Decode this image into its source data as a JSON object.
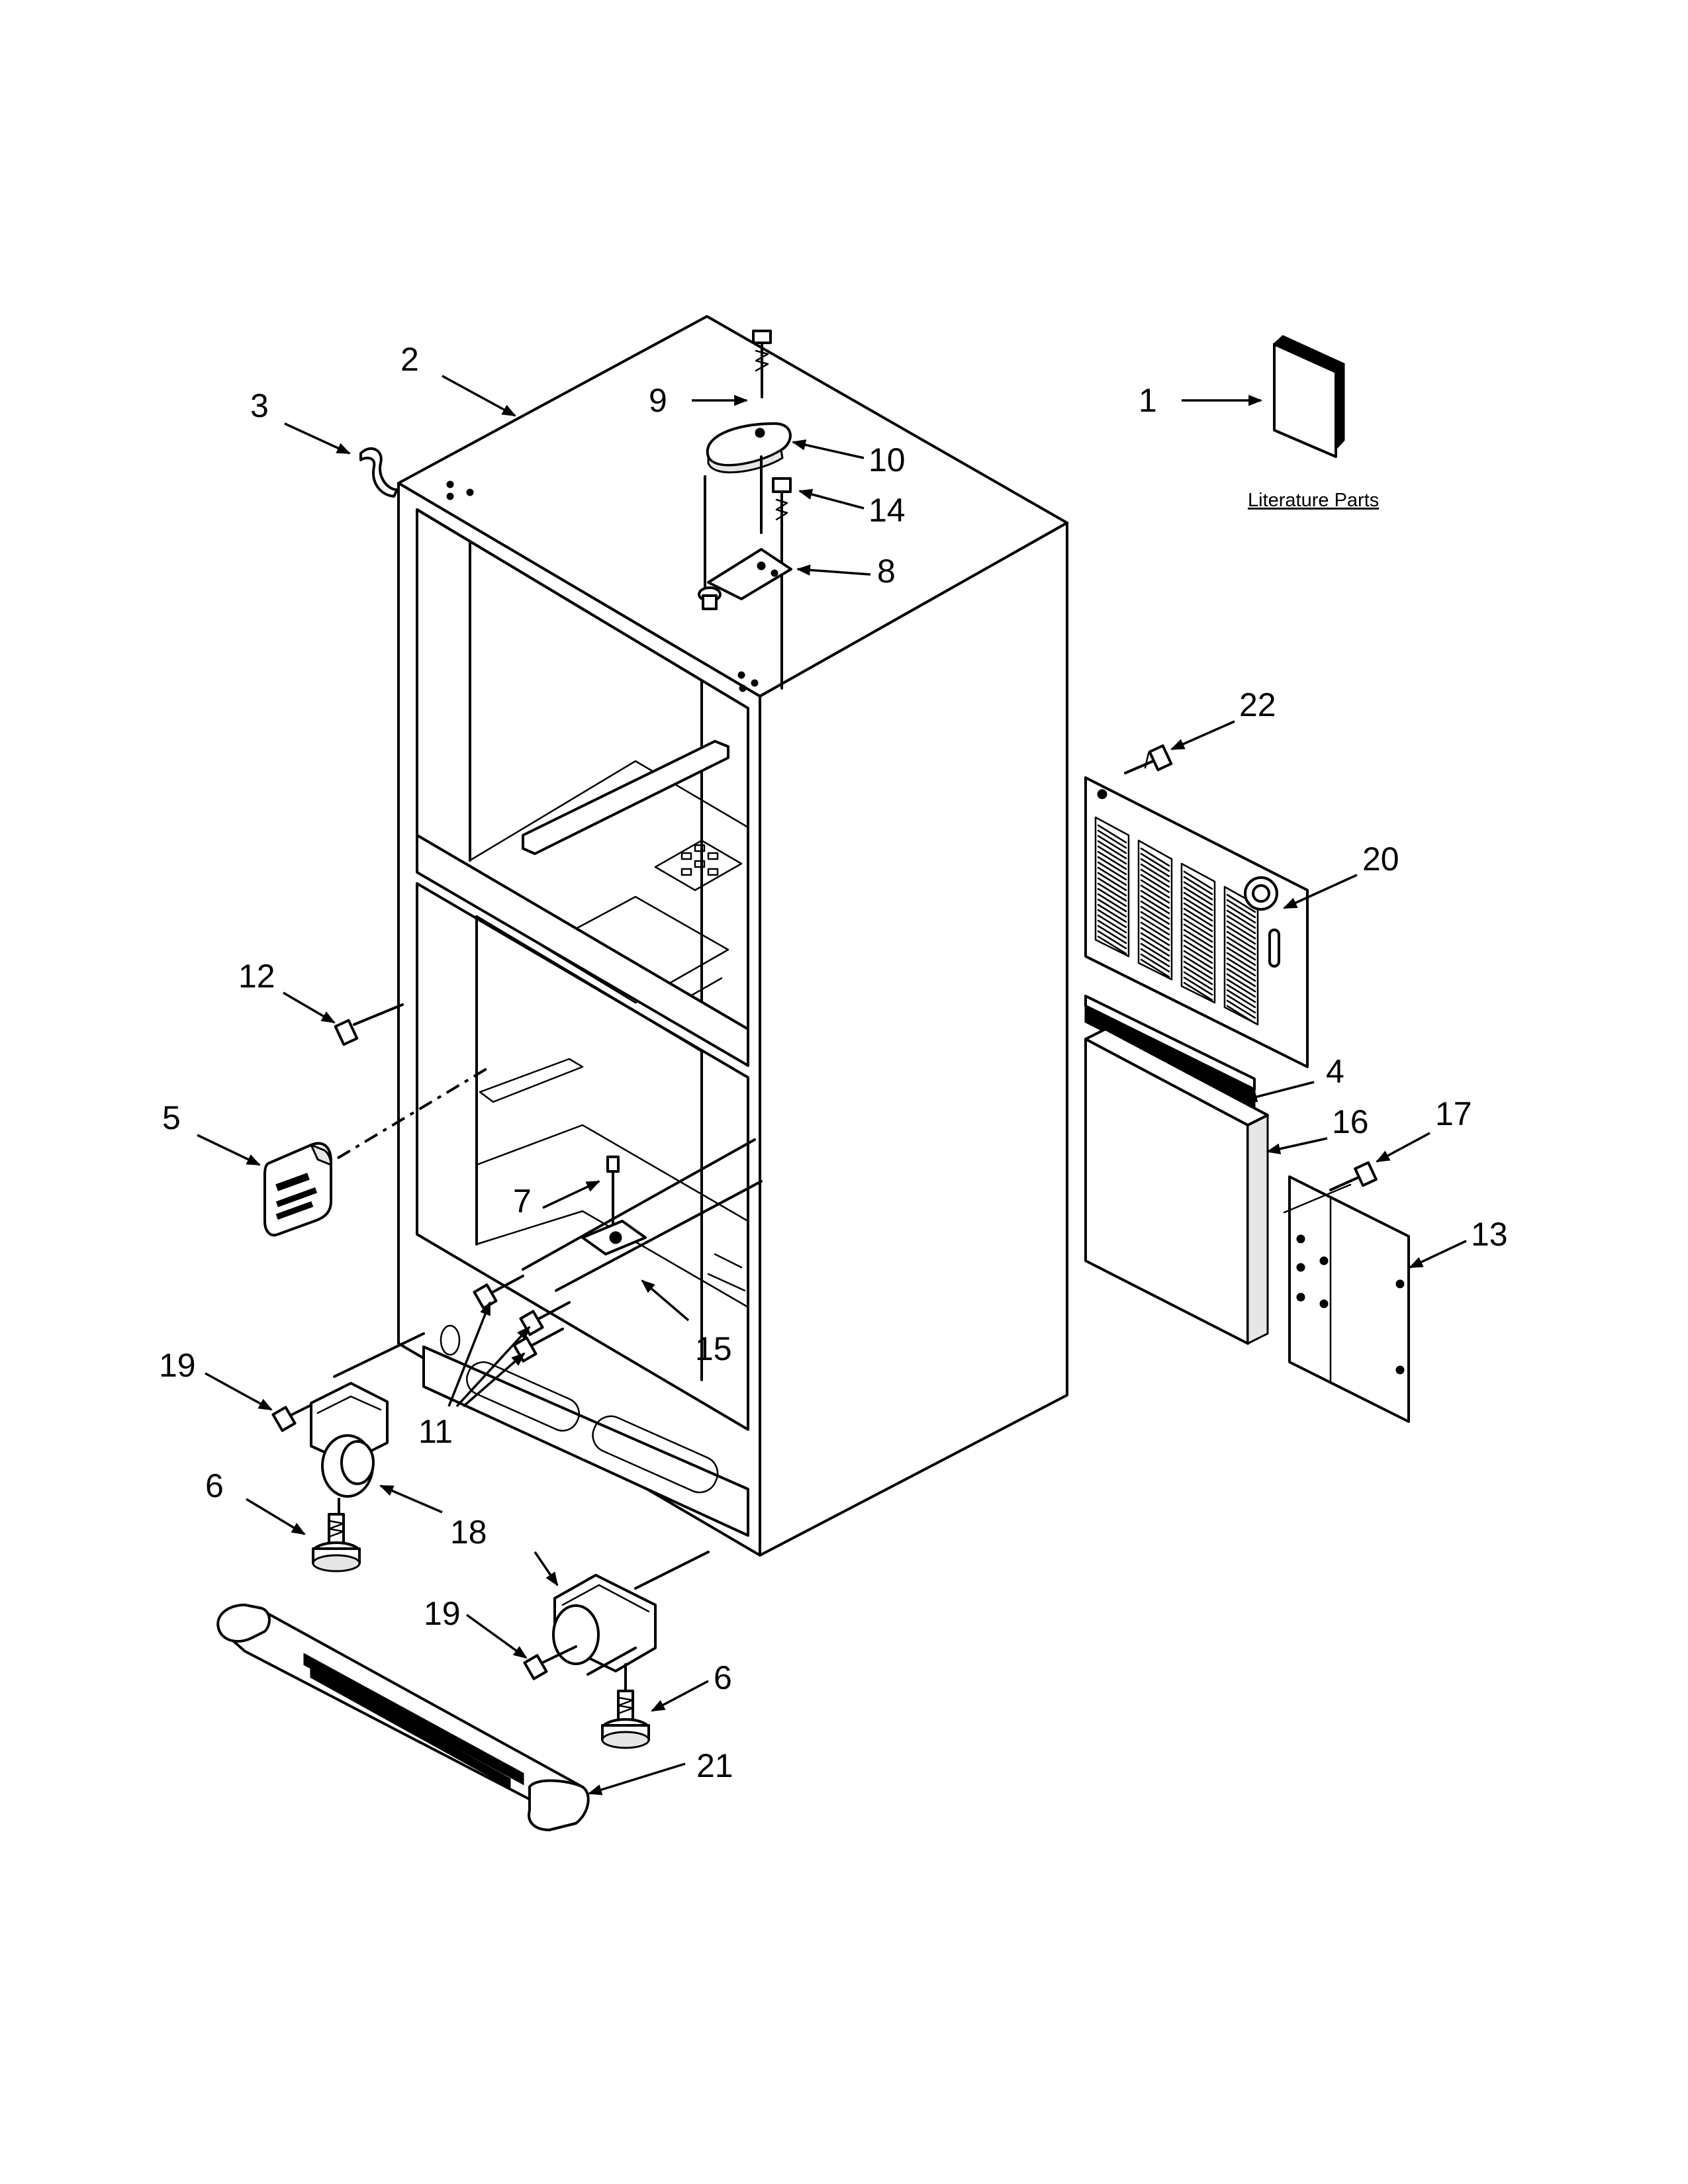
{
  "diagram": {
    "caption": "Literature Parts",
    "callouts": [
      {
        "id": "c1",
        "label": "1"
      },
      {
        "id": "c2",
        "label": "2"
      },
      {
        "id": "c3",
        "label": "3"
      },
      {
        "id": "c4",
        "label": "4"
      },
      {
        "id": "c5",
        "label": "5"
      },
      {
        "id": "c6a",
        "label": "6"
      },
      {
        "id": "c6b",
        "label": "6"
      },
      {
        "id": "c7",
        "label": "7"
      },
      {
        "id": "c8",
        "label": "8"
      },
      {
        "id": "c9",
        "label": "9"
      },
      {
        "id": "c10",
        "label": "10"
      },
      {
        "id": "c11",
        "label": "11"
      },
      {
        "id": "c12",
        "label": "12"
      },
      {
        "id": "c13",
        "label": "13"
      },
      {
        "id": "c14",
        "label": "14"
      },
      {
        "id": "c15",
        "label": "15"
      },
      {
        "id": "c16",
        "label": "16"
      },
      {
        "id": "c17",
        "label": "17"
      },
      {
        "id": "c18",
        "label": "18"
      },
      {
        "id": "c19a",
        "label": "19"
      },
      {
        "id": "c19b",
        "label": "19"
      },
      {
        "id": "c20",
        "label": "20"
      },
      {
        "id": "c21",
        "label": "21"
      },
      {
        "id": "c22",
        "label": "22"
      }
    ]
  }
}
